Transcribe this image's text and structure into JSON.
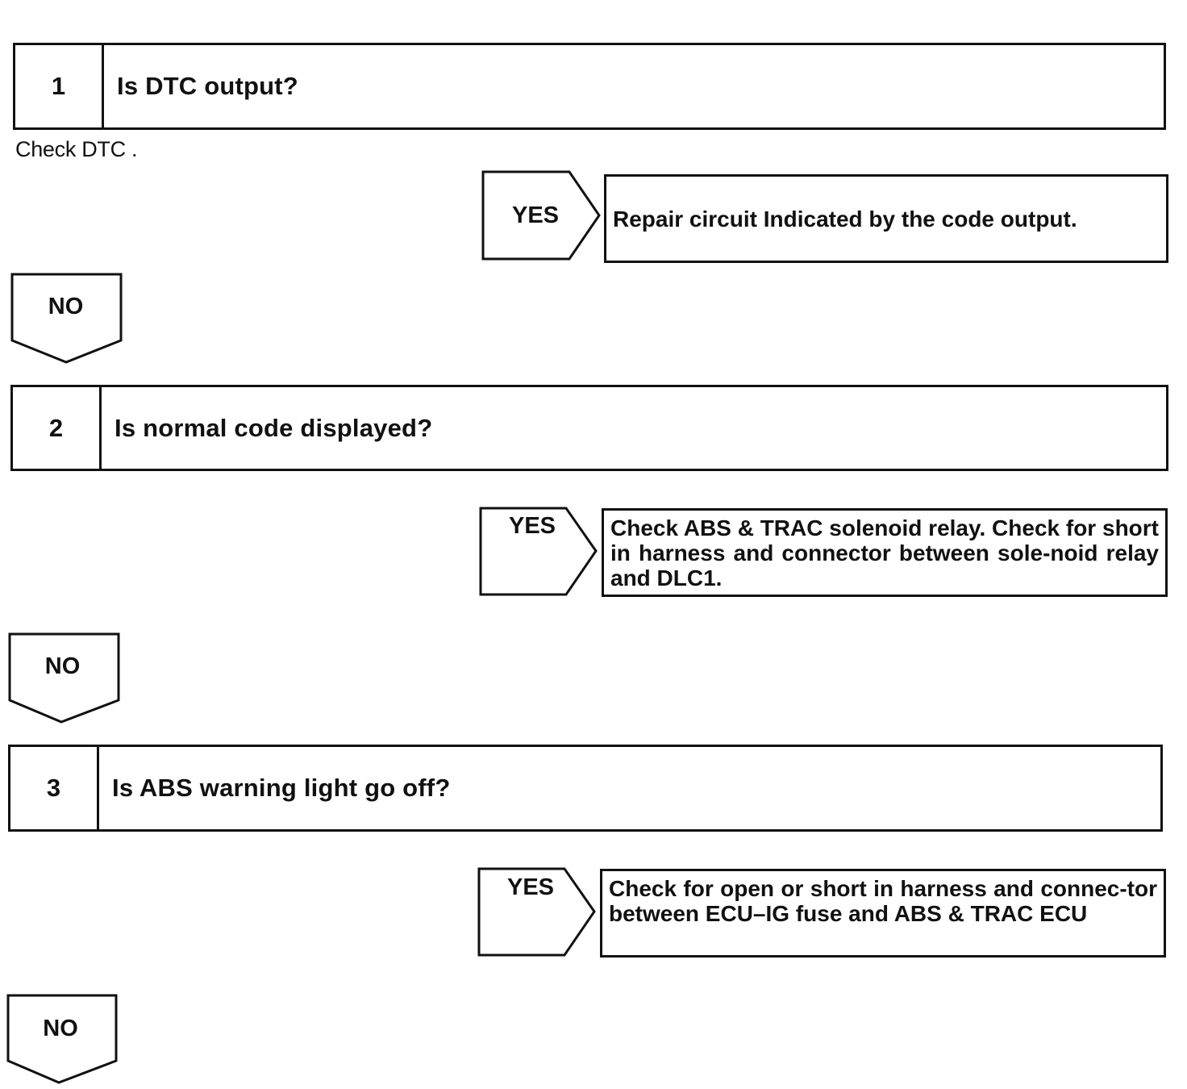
{
  "steps": [
    {
      "number": "1",
      "question": "Is DTC output?",
      "note": "Check DTC .",
      "yes_label": "YES",
      "yes_result": "Repair circuit Indicated by the code output.",
      "no_label": "NO"
    },
    {
      "number": "2",
      "question": "Is normal code displayed?",
      "note": "",
      "yes_label": "YES",
      "yes_result": "Check ABS & TRAC solenoid relay. Check for short in harness and connector between sole-noid relay and DLC1.",
      "no_label": "NO"
    },
    {
      "number": "3",
      "question": "Is ABS warning light go off?",
      "note": "",
      "yes_label": "YES",
      "yes_result": "Check for open or short in harness and connec-tor between ECU–IG fuse and ABS & TRAC ECU",
      "no_label": "NO"
    }
  ]
}
